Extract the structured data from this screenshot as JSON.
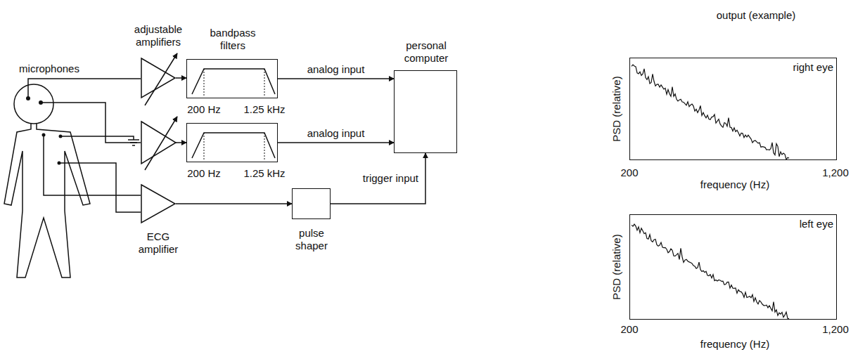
{
  "diagram": {
    "nodes": [
      {
        "text": [
          "adjustable amplifiers"
        ]
      },
      {
        "text": [
          "bandpass filters",
          "200 Hz",
          "1.25 kHz"
        ]
      },
      {
        "text": [
          "personal computer"
        ]
      },
      {
        "text": [
          "200 Hz",
          "1.25 kHz"
        ]
      },
      {
        "text": [
          "ECG amplifier"
        ]
      },
      {
        "text": [
          "pulse shaper"
        ]
      },
      {
        "text": [
          "right eye"
        ]
      },
      {
        "text": [
          "left eye"
        ]
      }
    ],
    "edges": [
      {
        "from": 0,
        "to": 1,
        "arrow": "to"
      },
      {
        "from": 1,
        "to": 2,
        "label": "analog input",
        "arrow": "to"
      },
      {
        "from": 3,
        "to": 2,
        "label": "analog input",
        "arrow": "to"
      },
      {
        "from": 4,
        "to": 5,
        "arrow": "to"
      },
      {
        "from": 5,
        "to": 2,
        "label": "trigger input",
        "arrow": "to"
      }
    ],
    "labels": [
      "microphones",
      "output (example)",
      "PSD (relative)",
      "200",
      "frequency (Hz)",
      "1,200",
      "PSD (relative)",
      "200",
      "frequency (Hz)",
      "1,200"
    ]
  }
}
